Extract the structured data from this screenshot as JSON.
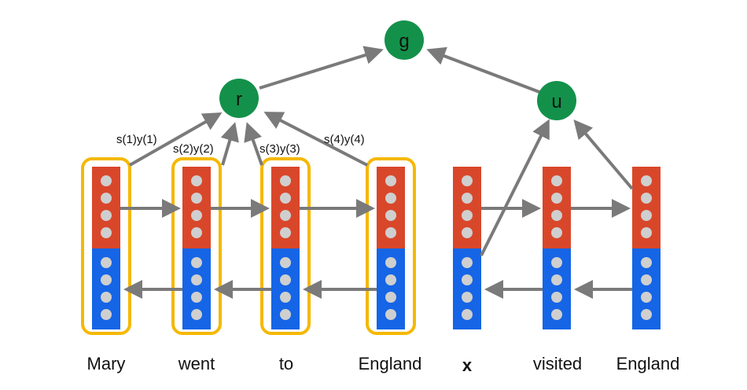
{
  "colors": {
    "forward_state": "#d9472b",
    "backward_state": "#1565e6",
    "unit_dot": "#cfcfcf",
    "node": "#13914a",
    "highlight_box": "#f5b800",
    "arrow": "#7a7a7a"
  },
  "nodes": {
    "g": "g",
    "r": "r",
    "u": "u"
  },
  "edge_labels": [
    "s(1)y(1)",
    "s(2)y(2)",
    "s(3)y(3)",
    "s(4)y(4)"
  ],
  "sentence_1_words": [
    "Mary",
    "went",
    "to",
    "England"
  ],
  "separator_label": "x",
  "sentence_2_words": [
    "visited",
    "England"
  ]
}
